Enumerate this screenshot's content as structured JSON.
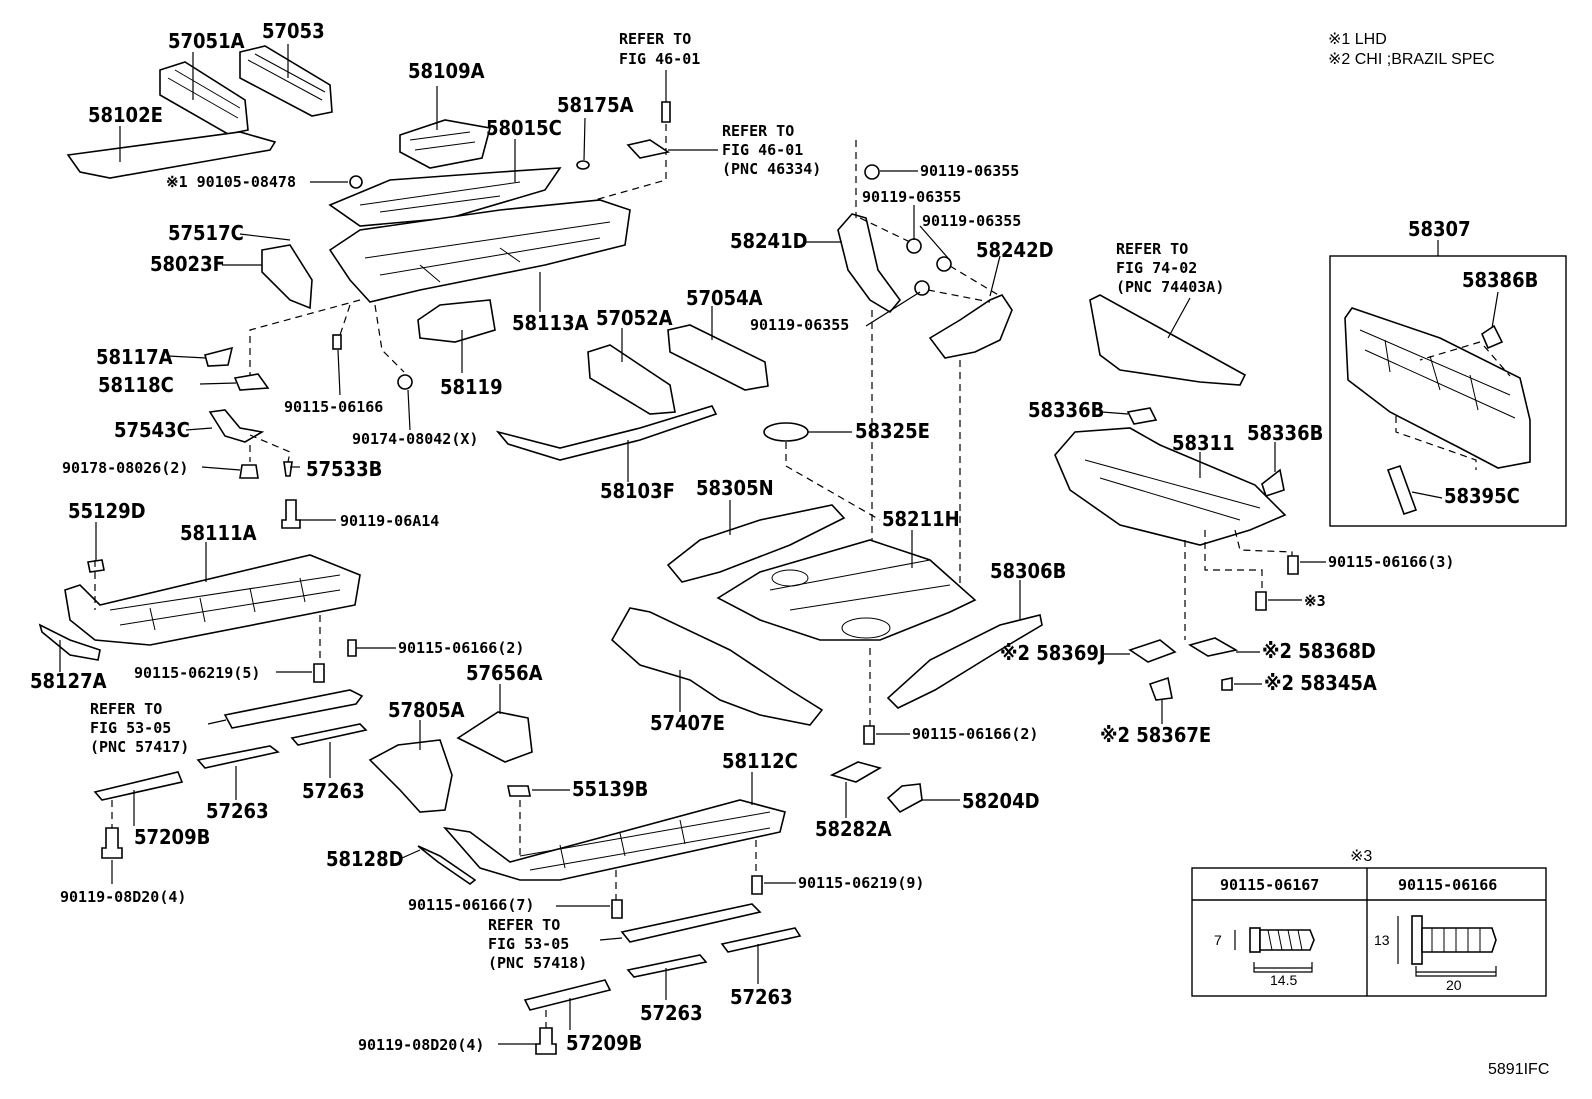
{
  "notes": {
    "n1": "※1 LHD",
    "n2": "※2 CHI ;BRAZIL SPEC"
  },
  "labels": {
    "p57051A": "57051A",
    "p57053": "57053",
    "p58109A": "58109A",
    "p58102E": "58102E",
    "p58015C": "58015C",
    "p58175A": "58175A",
    "p9010508478": "※1 90105-08478",
    "p57517C": "57517C",
    "p58023F": "58023F",
    "p58113A": "58113A",
    "p58119": "58119",
    "p58117A": "58117A",
    "p58118C": "58118C",
    "p9011506166a": "90115-06166",
    "p57543C": "57543C",
    "p90174": "90174-08042(X)",
    "p90178": "90178-08026(2)",
    "p57533B": "57533B",
    "p901190614": "90119-06A14",
    "p55129D": "55129D",
    "p58111A": "58111A",
    "p58127A": "58127A",
    "p90115_06166_2a": "90115-06166(2)",
    "p90115_06219_5": "90115-06219(5)",
    "p57656A": "57656A",
    "p57805A": "57805A",
    "p57263a": "57263",
    "p57263b": "57263",
    "p57209Ba": "57209B",
    "p90119_08D20_4a": "90119-08D20(4)",
    "p55139B": "55139B",
    "p58112C": "58112C",
    "p58128D": "58128D",
    "p90115_06166_7": "90115-06166(7)",
    "p90115_06219_9": "90115-06219(9)",
    "p57263c": "57263",
    "p57263d": "57263",
    "p57209Bb": "57209B",
    "p90119_08D20_4b": "90119-08D20(4)",
    "p57052A": "57052A",
    "p57054A": "57054A",
    "p58103F": "58103F",
    "p58241D": "58241D",
    "p58242D": "58242D",
    "p90119_06355a": "90119-06355",
    "p90119_06355b": "90119-06355",
    "p90119_06355c": "90119-06355",
    "p90119_06355d": "90119-06355",
    "p58325E": "58325E",
    "p58305N": "58305N",
    "p58211H": "58211H",
    "p58306B": "58306B",
    "p57407E": "57407E",
    "p90115_06166_2b": "90115-06166(2)",
    "p58282A": "58282A",
    "p58204D": "58204D",
    "p58307": "58307",
    "p58386B": "58386B",
    "p58395C": "58395C",
    "p58336Ba": "58336B",
    "p58336Bb": "58336B",
    "p58311": "58311",
    "p90115_06166_3": "90115-06166(3)",
    "pMark3": "※3",
    "p58369J": "※2 58369J",
    "p58368D": "※2 58368D",
    "p58345A": "※2 58345A",
    "p58367E": "※2 58367E",
    "footer": "5891IFC"
  },
  "refs": {
    "r1": [
      "REFER TO",
      "FIG 46-01"
    ],
    "r2": [
      "REFER TO",
      "FIG 46-01",
      "(PNC 46334)"
    ],
    "r3": [
      "REFER TO",
      "FIG 74-02",
      "(PNC 74403A)"
    ],
    "r4": [
      "REFER TO",
      "FIG 53-05",
      "(PNC 57417)"
    ],
    "r5": [
      "REFER TO",
      "FIG 53-05",
      "(PNC 57418)"
    ]
  },
  "table": {
    "caption": "※3",
    "col1": "90115-06167",
    "col2": "90115-06166",
    "dim1_h": "7",
    "dim1_w": "14.5",
    "dim2_h": "13",
    "dim2_w": "20"
  }
}
